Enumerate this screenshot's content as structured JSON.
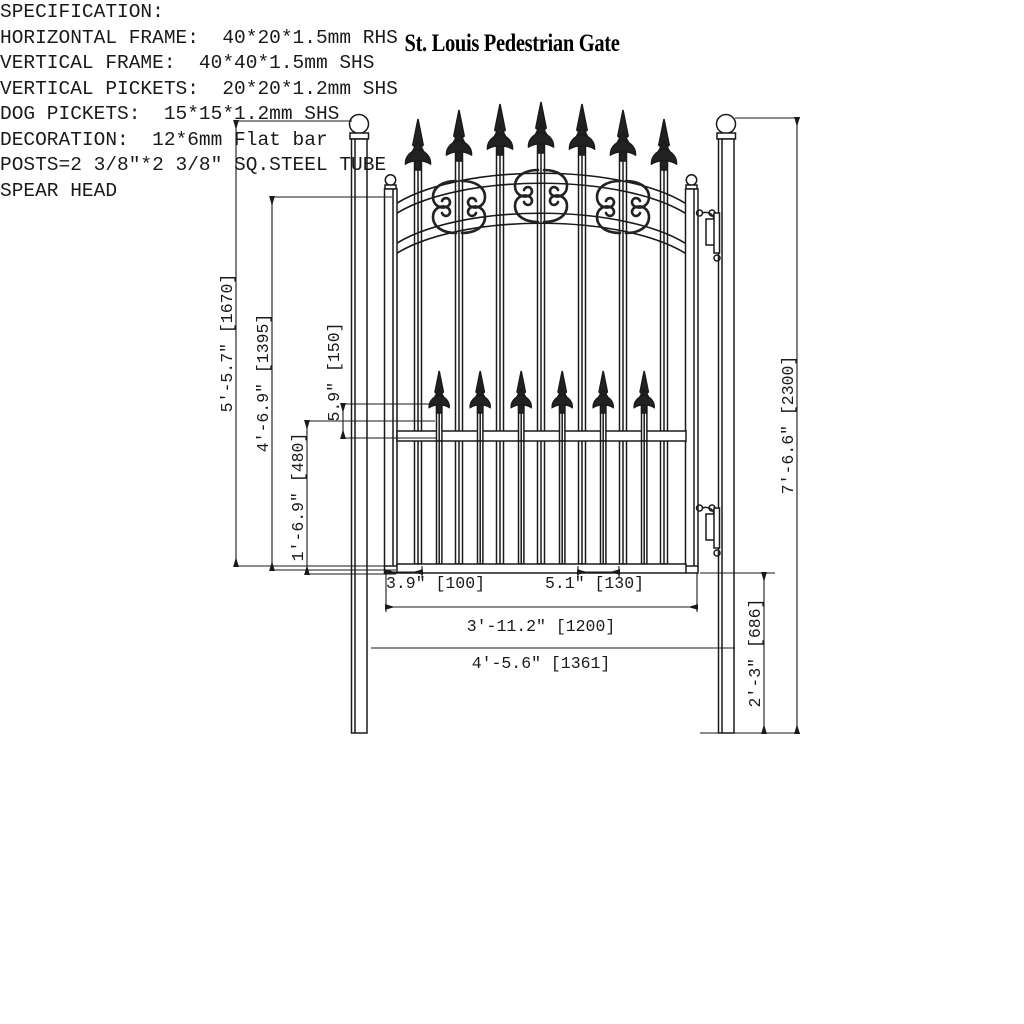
{
  "title": "St. Louis Pedestrian Gate",
  "drawing": {
    "type": "technical-elevation-drawing",
    "subject": "ornamental steel pedestrian gate with two posts"
  },
  "dimensions": {
    "left": [
      {
        "name": "overall-gate-height",
        "text": "5'-5.7\" [1670]"
      },
      {
        "name": "gate-frame-height",
        "text": "4'-6.9\" [1395]"
      },
      {
        "name": "lower-panel-height",
        "text": "1'-6.9\" [480]"
      },
      {
        "name": "dog-picket-height",
        "text": "5.9\" [150]"
      }
    ],
    "right": [
      {
        "name": "post-overall-height",
        "text": "7'-6.6\" [2300]"
      },
      {
        "name": "post-below-gate",
        "text": "2'-3\" [686]"
      }
    ],
    "bottom": [
      {
        "name": "edge-picket-spacing",
        "text": "3.9\" [100]"
      },
      {
        "name": "picket-spacing",
        "text": "5.1\" [130]"
      },
      {
        "name": "gate-leaf-width",
        "text": "3'-11.2\" [1200]"
      },
      {
        "name": "overall-opening-width",
        "text": "4'-5.6\" [1361]"
      }
    ]
  },
  "specification": {
    "heading": "SPECIFICATION:",
    "lines": [
      "HORIZONTAL FRAME:  40*20*1.5mm RHS",
      "VERTICAL FRAME:  40*40*1.5mm SHS",
      "VERTICAL PICKETS:  20*20*1.2mm SHS",
      "DOG PICKETS:  15*15*1.2mm SHS",
      "DECORATION:  12*6mm Flat bar",
      "POSTS=2 3/8\"*2 3/8\" SQ.STEEL TUBE",
      "SPEAR HEAD"
    ]
  },
  "colors": {
    "line": "#1a1a1a",
    "background": "#ffffff"
  }
}
